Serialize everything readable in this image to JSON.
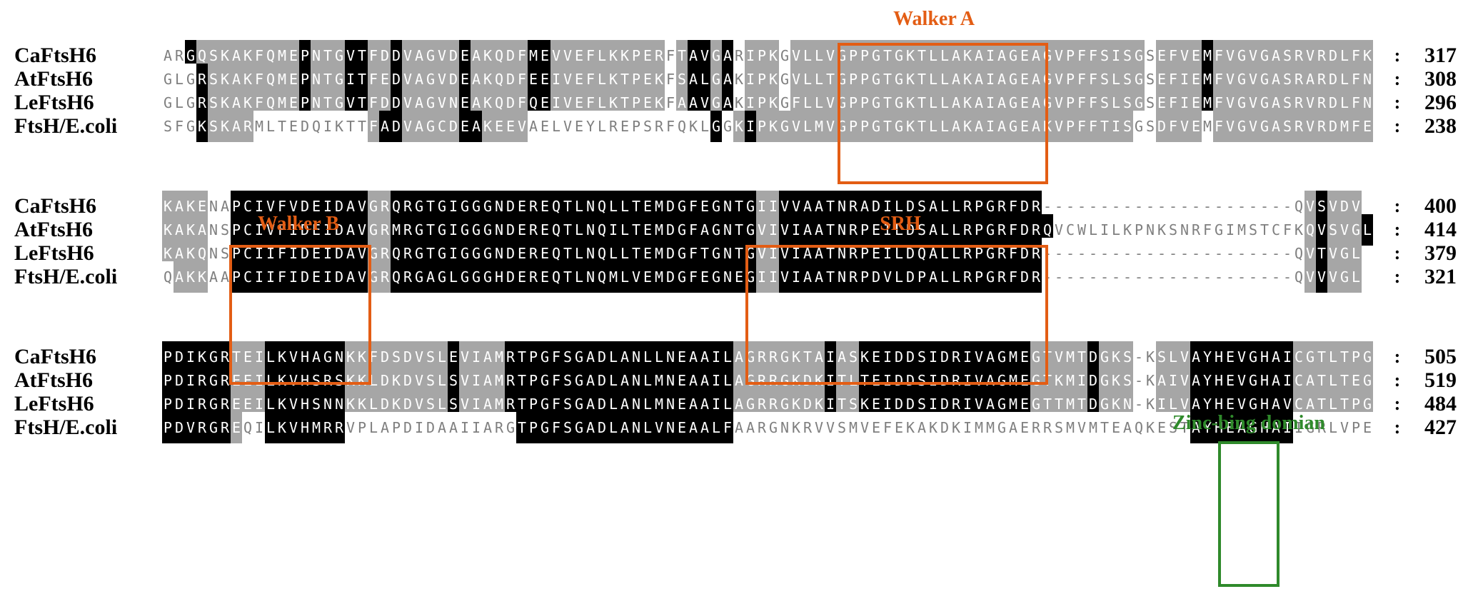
{
  "blocks": [
    {
      "rows": [
        {
          "name": "CaFtsH6",
          "seq": "ARGQSKAKFQMEPNTGVTFDDVAGVDEAKQDFMEVVEFLKKPERFTAVGARIPKGVLLVGPPGTGKTLLAKAIAGEAGVPFFSISGSEFVEMFVGVGASRVRDLFK",
          "cons": "2201111111110111001101111101111100111111111121001021112111111111111111111111111111111121111011111111111111111112",
          "end": "317"
        },
        {
          "name": "AtFtsH6",
          "seq": "GLGRSKAKFQMEPNTGITFEDVAGVDEAKQDFEEIVEFLKTPEKFSALGAKIPKGVLLTGPPGTGKTLLAKAIAGEAGVPFFSLSGSEFIEMFVGVGASRARDLFN",
          "cons": "2220111111110111001101111101111100111111111121001021112111111111111111111111111111111121111011111111111111111112",
          "end": "308"
        },
        {
          "name": "LeFtsH6",
          "seq": "GLGRSKAKFQMEPNTGVTFDDVAGVNEAKQDFQEIVEFLKTPEKFAAVGAKIPKGFLLVGPPGTGKTLLAKAIAGEAGVPFFSLSGSEFIEMFVGVGASRVRDLFN",
          "cons": "2220111111110111001101111101111100111111111121001021112111111111111111111111111111111121111011111111111111111112",
          "end": "296"
        },
        {
          "name": "FtsH/E.coli",
          "seq": "SFGKSKARMLTEDQIKTTFADVAGCDEAKEEVAELVEYLREPSRFQKLGGKIPKGVLMVGPPGTGKTLLAKAIAGEAKVPFFTISGSDFVEMFVGVGASRVRDMFE",
          "cons": "2220111122222222221001111100111122222222222222220210111111111111111111111111111111111221111211111111111111111122",
          "end": "238"
        }
      ]
    },
    {
      "rows": [
        {
          "name": "CaFtsH6",
          "seq": "KAKENAPCIVFVDEIDAVGRQRGTGIGGGNDEREQTLNQLLTEMDGFEGNTGIIVVAATNRADILDSALLRPGRFDR----------------------QVSVDV",
          "cons": "1111220000000000001100000000000000000000000000000000110000000000000000000000003333333333333333333333101110",
          "end": "400"
        },
        {
          "name": "AtFtsH6",
          "seq": "KAKANSPCIVFIDEIDAVGRMRGTGIGGGNDEREQTLNQILTEMDGFAGNTGVIVIAATNRPEILDSALLRPGRFDRQVCWLILKPNKSNRFGIMSTCFKQVSVGL",
          "cons": "1111220000000000001100000000000000000000000000000000110000000000000000000000002222222222222222222222101110",
          "end": "414"
        },
        {
          "name": "LeFtsH6",
          "seq": "KAKQNSPCIIFIDEIDAVGRQRGTGIGGGNDEREQTLNQLLTEMDGFTGNTGVIVIAATNRPEILDQALLRPGRFDR----------------------QVTVGL",
          "cons": "1111220000000000001100000000000000000000000000000000110000000000000000000000003333333333333333333333101110",
          "end": "379"
        },
        {
          "name": "FtsH/E.coli",
          "seq": "QAKKAAPCIIFIDEIDAVGRQRGAGLGGGHDEREQTLNQMLVEMDGFEGNEGIIVIAATNRPDVLDPALLRPGRFDR----------------------QVVVGL",
          "cons": "2111220000000000001100000000000000000000000000000000110000000000000000000000003333333333333333333333101110",
          "end": "321"
        }
      ]
    },
    {
      "rows": [
        {
          "name": "CaFtsH6",
          "seq": "PDIKGRTEILKVHAGNKKFDSDVSLEVIAMRTPGFSGADLANLLNEAAILAGRRGKTAIASKEIDDSIDRIVAGMEGTVMTDGKS-KSLVAYHEVGHAICGTLTPG",
          "cons": "00000011100000001111111110111100000000000000000000111111110110000000000000001111101111311100000000011111111",
          "end": "505"
        },
        {
          "name": "AtFtsH6",
          "seq": "PDIRGREEILKVHSRSKKLDKDVSLSVIAMRTPGFSGADLANLMNEAAILAGRRGKDKITLTEIDDSIDRIVAGMEGTKMIDGKS-KAIVAYHEVGHAICATLTEG",
          "cons": "00000011100000001111111110111100000000000000000000111111110110000000000000001111101111311100000000011111111",
          "end": "519"
        },
        {
          "name": "LeFtsH6",
          "seq": "PDIRGREEILKVHSNNKKLDKDVSLSVIAMRTPGFSGADLANLMNEAAILAGRRGKDKITSKEIDDSIDRIVAGMEGTTMTDGKN-KILVAYHEVGHAVCATLTPG",
          "cons": "00000011100000001111111110111100000000000000000000111111110110000000000000001111101111311100000000011111111",
          "end": "484"
        },
        {
          "name": "FtsH/E.coli",
          "seq": "PDVRGREQILKVHMRRVPLAPDIDAAIIARGTPGFSGADLANLVNEAALFAARGNKRVVSMVEFEKAKDKIMMGAERRSMVMTEAQKESTAYHEAGHAIIGRLVPE",
          "cons": "00000012200000002222222222222220000000000000000000222222222222222222222222222222222222222200000000022222222",
          "end": "427"
        }
      ]
    }
  ],
  "motifs": [
    {
      "label": "Walker A",
      "color": "#e35d14"
    },
    {
      "label": "Walker B",
      "color": "#e35d14"
    },
    {
      "label": "SRH",
      "color": "#e35d14"
    },
    {
      "label": "Zinc-bing domian",
      "color": "#2f8a2b"
    }
  ],
  "colors": {
    "identical": "#000000",
    "similar": "#a6a6a6",
    "none": "#ffffff",
    "motif_orange": "#e35d14",
    "motif_green": "#2f8a2b"
  }
}
